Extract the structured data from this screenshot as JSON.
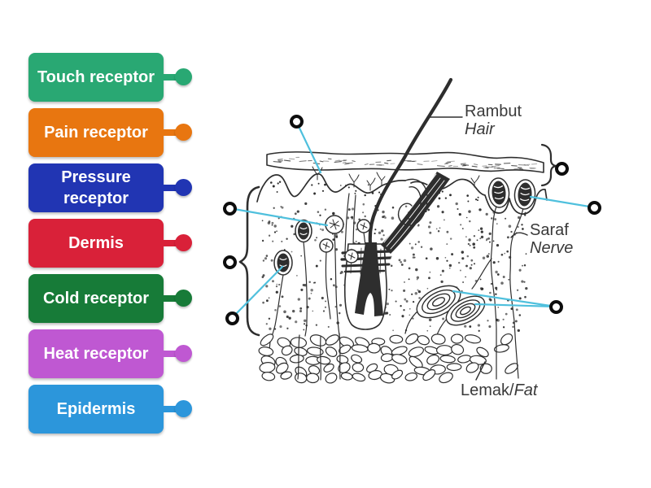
{
  "page": {
    "background": "#ffffff"
  },
  "word_bank": {
    "items": [
      {
        "text": "Touch receptor",
        "color": "#29a873"
      },
      {
        "text": "Pain receptor",
        "color": "#e87610"
      },
      {
        "text": "Pressure receptor",
        "color": "#2135b3"
      },
      {
        "text": "Dermis",
        "color": "#d92139"
      },
      {
        "text": "Cold receptor",
        "color": "#177b38"
      },
      {
        "text": "Heat receptor",
        "color": "#bf58d2"
      },
      {
        "text": "Epidermis",
        "color": "#2c96db"
      }
    ]
  },
  "diagram": {
    "ink_color": "#2e2e2e",
    "leader_color": "#4fc0dd",
    "annotations": {
      "hair": {
        "primary": "Rambut",
        "secondary": "Hair"
      },
      "nerve": {
        "primary": "Saraf",
        "secondary": "Nerve"
      },
      "fat": {
        "primary": "Lemak/",
        "secondary": "Fat"
      }
    }
  }
}
